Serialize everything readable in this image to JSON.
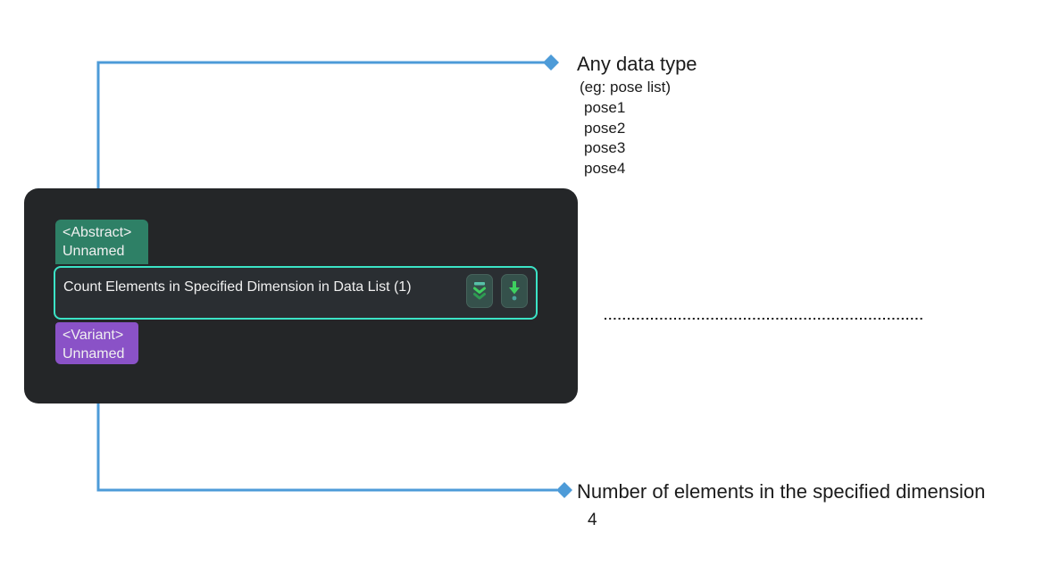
{
  "colors": {
    "connector_blue": "#4D9BD8",
    "card_bg": "#242628",
    "row_border_teal": "#3BE3C6",
    "row_bg": "#2A2E32",
    "abstract_badge_green": "#2E8066",
    "variant_badge_purple": "#8A52C7",
    "button_bg": "#35514B",
    "icon_green": "#3ED05F",
    "icon_teal": "#57C2A8",
    "annotation_text": "#1B1B1B",
    "node_text": "#F0F0F0"
  },
  "node": {
    "input_port": {
      "type_label": "<Abstract>",
      "name": "Unnamed"
    },
    "title": "Count Elements in Specified Dimension in Data List (1)",
    "buttons": [
      {
        "icon": "collapse-double-chevron-icon"
      },
      {
        "icon": "pin-output-arrow-icon"
      }
    ],
    "output_port": {
      "type_label": "<Variant>",
      "name": "Unnamed"
    }
  },
  "annotations": {
    "input": {
      "title": "Any data type",
      "subtitle": "(eg: pose list)",
      "items": [
        "pose1",
        "pose2",
        "pose3",
        "pose4"
      ]
    },
    "output": {
      "title": "Number of elements in the specified dimension",
      "value": "4"
    }
  }
}
